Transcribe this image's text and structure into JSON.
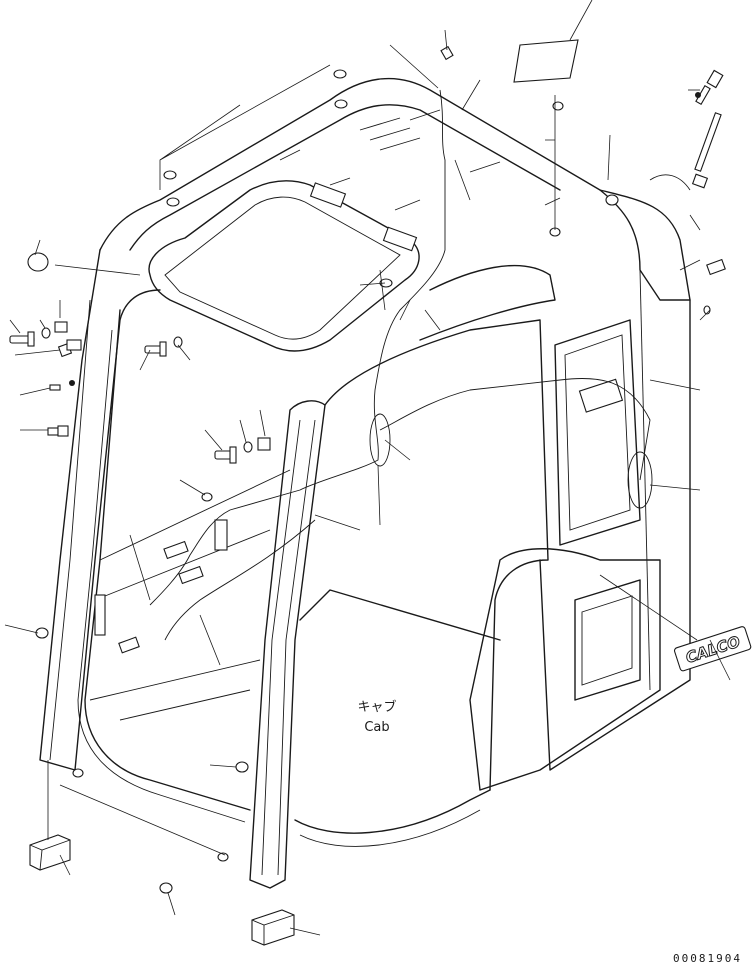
{
  "diagram": {
    "cab_label_jp": "キャブ",
    "cab_label_en": "Cab",
    "brand_decal": "CALCO",
    "drawing_number": "00081904",
    "line_color": "#1a1a1a",
    "background": "#ffffff"
  }
}
